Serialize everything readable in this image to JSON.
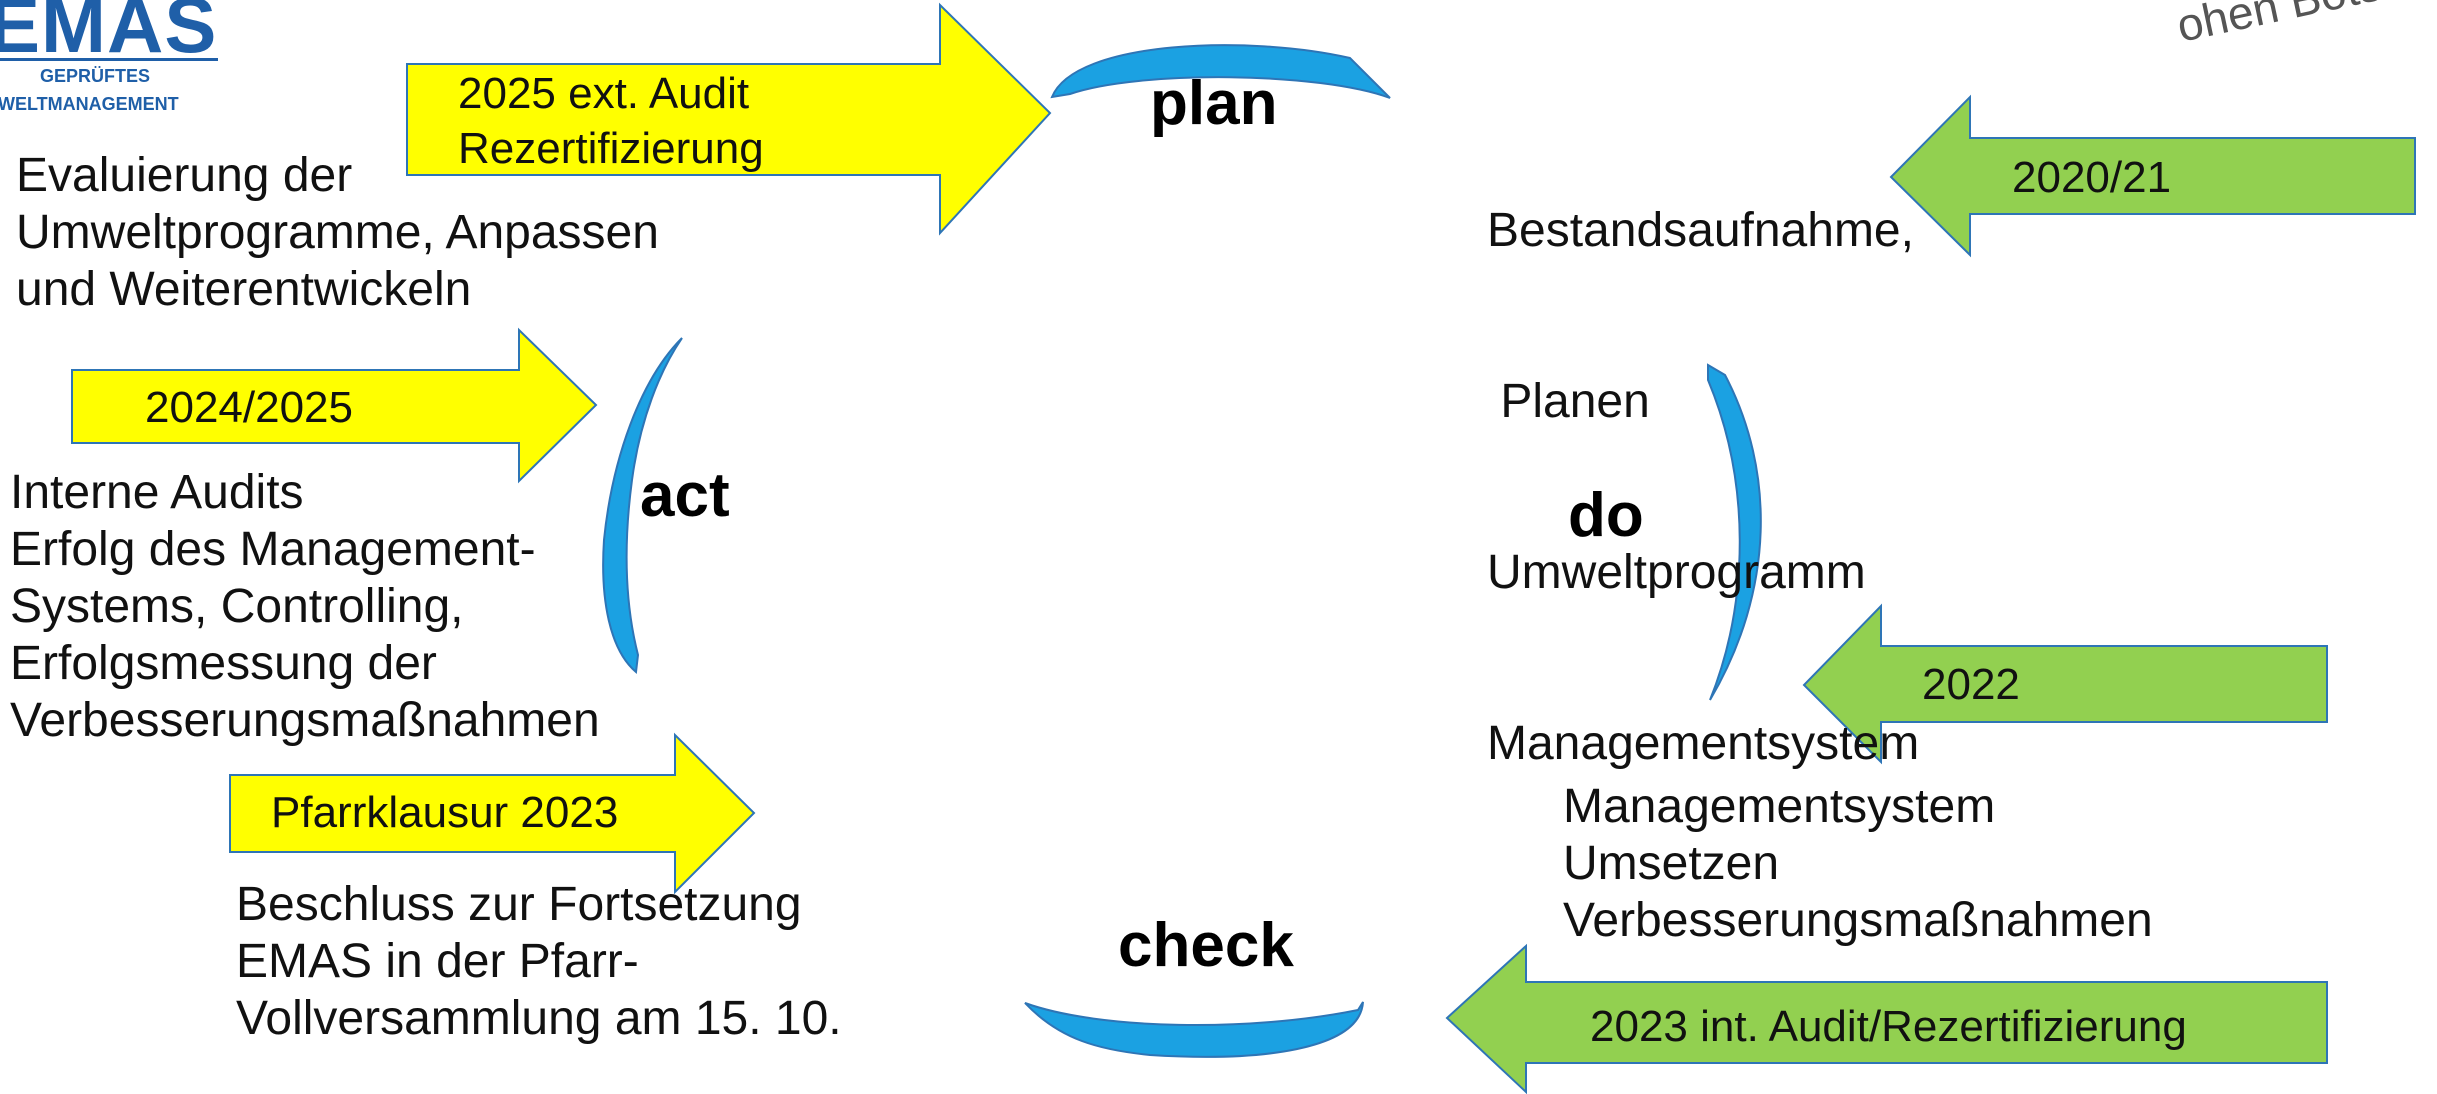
{
  "logo": {
    "title": "EMAS",
    "line1": "GEPRÜFTES",
    "line2": "WELTMANAGEMENT"
  },
  "stamp_text": "ohen Botsch",
  "cycle": {
    "plan": "plan",
    "do": "do",
    "check": "check",
    "act": "act"
  },
  "arrows": {
    "audit_2025": [
      "2025 ext. Audit",
      "Rezertifizierung"
    ],
    "y2024_2025": "2024/2025",
    "pfarrklausur": "Pfarrklausur 2023",
    "y2020_21": "2020/21",
    "y2022": "2022",
    "audit_2023": "2023 int. Audit/Rezertifizierung"
  },
  "texts": {
    "evaluierung": [
      "Evaluierung der",
      "Umweltprogramme, Anpassen",
      "und Weiterentwickeln"
    ],
    "audits": [
      "Interne Audits",
      "Erfolg des Management-",
      "Systems, Controlling,",
      "Erfolgsmessung der",
      "Verbesserungsmaßnahmen"
    ],
    "beschluss": [
      "Beschluss zur Fortsetzung",
      "EMAS in der Pfarr-",
      "Vollversammlung am 15. 10."
    ],
    "bestand": [
      "Bestandsaufnahme,",
      " Planen",
      "Umweltprogramm",
      "Managementsystem"
    ],
    "management": [
      "Managementsystem",
      "Umsetzen",
      "Verbesserungsmaßnahmen"
    ]
  },
  "colors": {
    "yellow": "#ffff00",
    "green": "#92d050",
    "outline": "#2e75b6",
    "cycle_blue": "#1ba1e2",
    "emas_blue": "#1f5fa8"
  }
}
